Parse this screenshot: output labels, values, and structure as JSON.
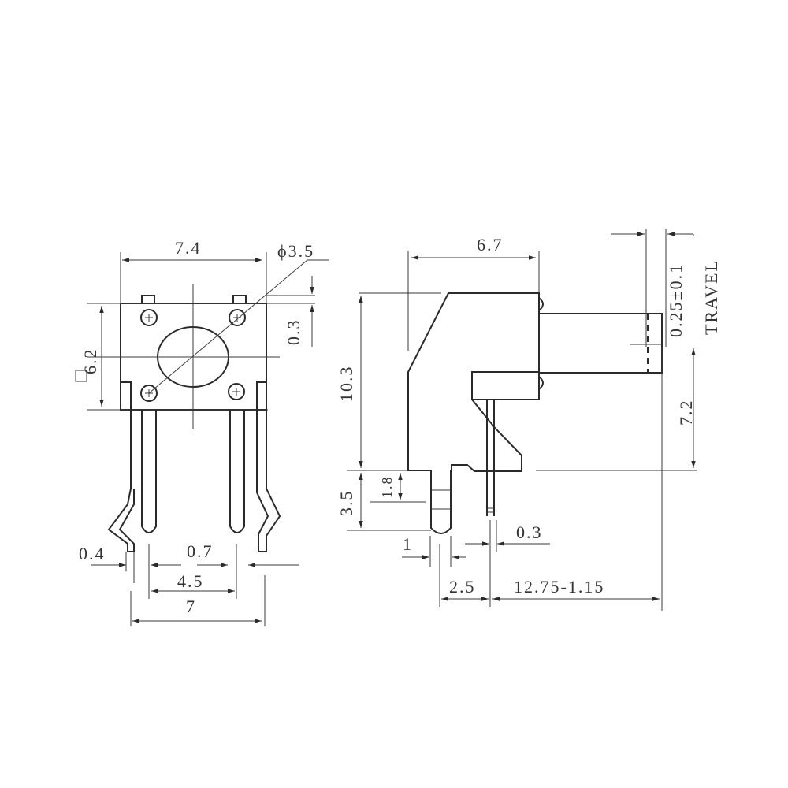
{
  "front_view": {
    "width_body": "7.4",
    "hole_diameter": "ϕ3.5",
    "square_size": "6.2",
    "nub_height": "0.3",
    "lead_width_outer": "0.4",
    "lead_width_inner": "0.7",
    "inner_pitch": "4.5",
    "outer_pitch": "7"
  },
  "side_view": {
    "depth": "6.7",
    "height": "10.3",
    "pin_length": "3.5",
    "pin_step": "1.8",
    "pin_width": "1",
    "thin_pin_width": "0.3",
    "pin_spacing": "2.5",
    "actuator_length": "12.75-1.15",
    "actuator_height": "7.2",
    "travel_value": "0.25±0.1",
    "travel_label": "TRAVEL"
  },
  "colors": {
    "line": "#2a2a2a",
    "background": "#ffffff"
  }
}
